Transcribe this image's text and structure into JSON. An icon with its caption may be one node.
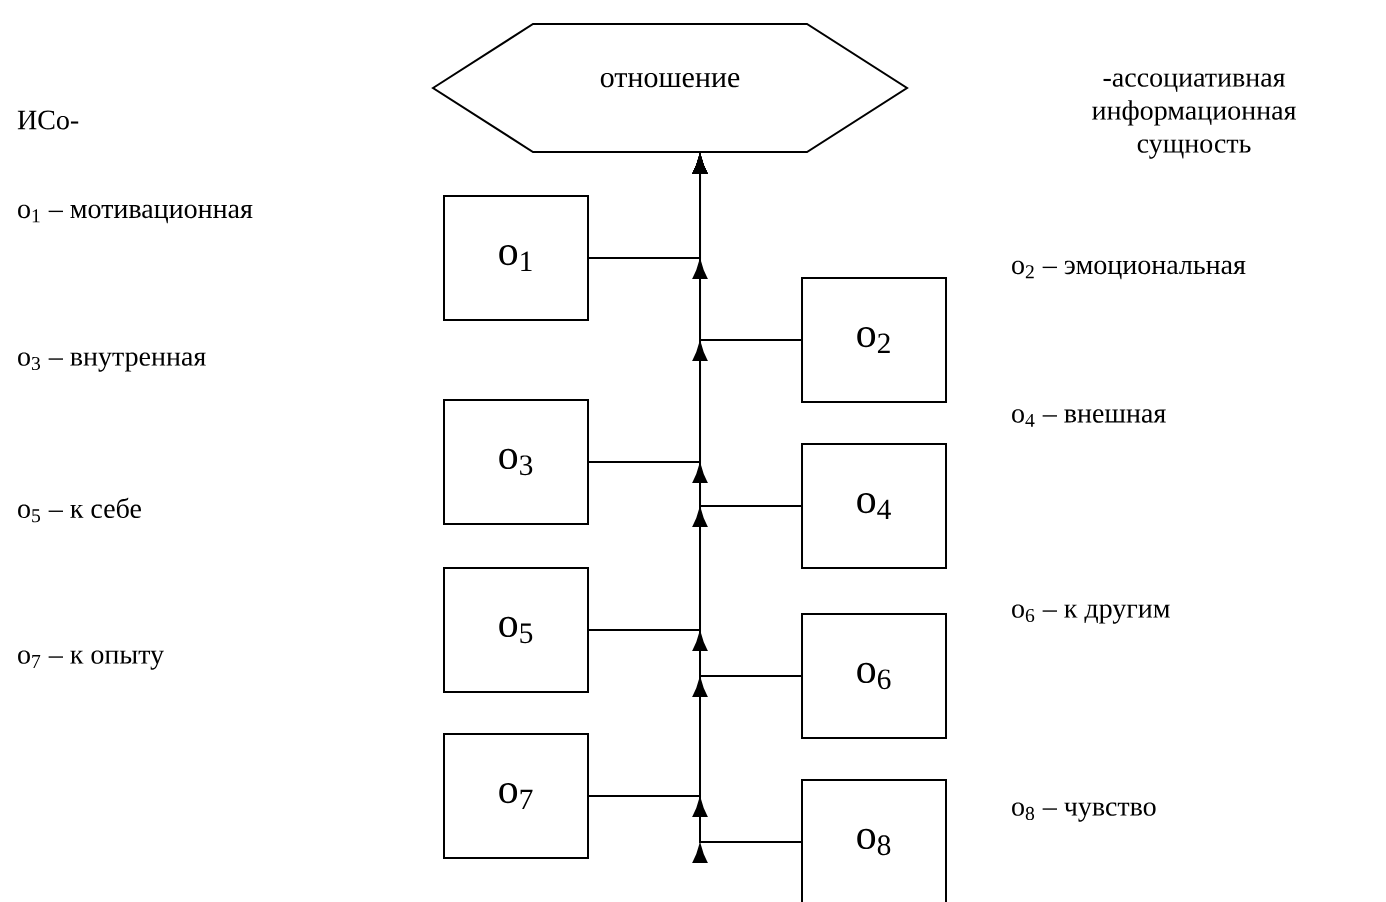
{
  "diagram": {
    "nodes": [
      {
        "text": [
          "отношение"
        ]
      },
      {
        "text": [
          "o$_{1}$"
        ]
      },
      {
        "text": [
          "o$_{2}$"
        ]
      },
      {
        "text": [
          "o$_{3}$"
        ]
      },
      {
        "text": [
          "o$_{4}$"
        ]
      },
      {
        "text": [
          "o$_{5}$"
        ]
      },
      {
        "text": [
          "o$_{6}$"
        ]
      },
      {
        "text": [
          "o$_{7}$"
        ]
      },
      {
        "text": [
          "o$_{8}$"
        ]
      }
    ],
    "edges": [
      {
        "from": 1,
        "to": 0,
        "arrow": "to"
      },
      {
        "from": 2,
        "to": 0,
        "arrow": "to"
      },
      {
        "from": 3,
        "to": 0,
        "arrow": "to"
      },
      {
        "from": 4,
        "to": 0,
        "arrow": "to"
      },
      {
        "from": 5,
        "to": 0,
        "arrow": "to"
      },
      {
        "from": 6,
        "to": 0,
        "arrow": "to"
      },
      {
        "from": 7,
        "to": 0,
        "arrow": "to"
      },
      {
        "from": 8,
        "to": 0,
        "arrow": "to"
      }
    ],
    "labels": [
      "ИСо-",
      "-ассоциативная информационная сущность",
      "o$_{1}$ – мотивационная",
      "o$_{2}$ – эмоциональная",
      "o$_{3}$ – внутренная",
      "o$_{4}$ – внешная",
      "o$_{5}$ – к себе",
      "o$_{6}$ – к другим",
      "o$_{7}$ – к опыту",
      "o$_{8}$ – чувство"
    ]
  }
}
